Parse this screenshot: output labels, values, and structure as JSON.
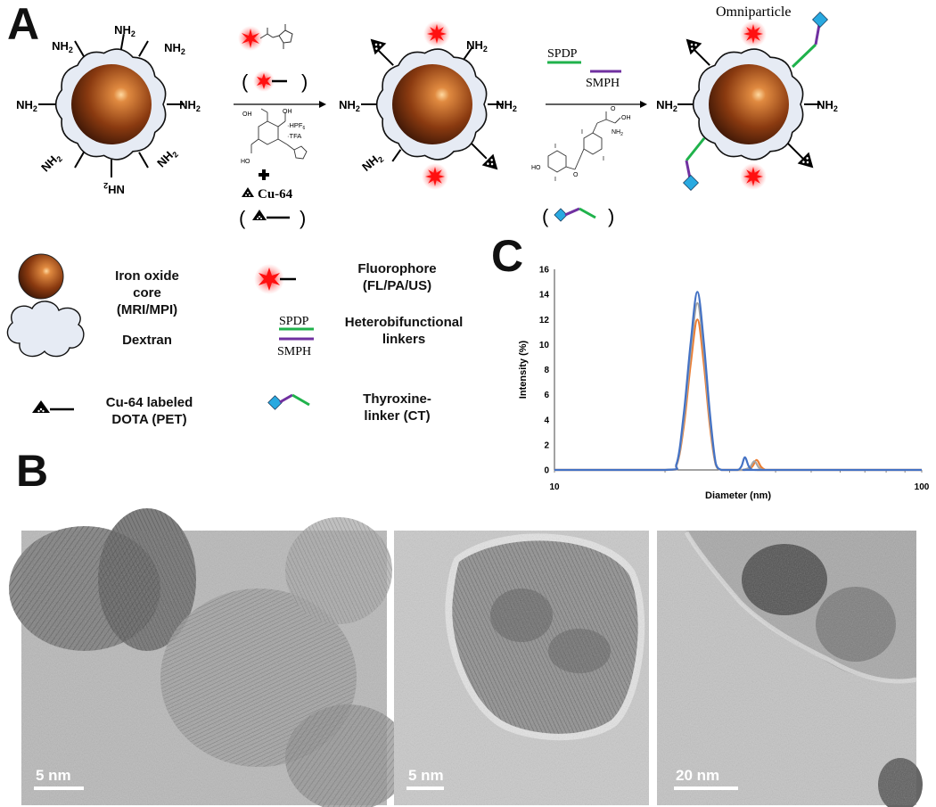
{
  "panels": {
    "a": "A",
    "b": "B",
    "c": "C"
  },
  "scheme": {
    "amine": "NH",
    "amine_sub": "2",
    "reagents": {
      "hpf6": "·HPF",
      "hpf6_sub": "6",
      "tfa": "·TFA",
      "cu64": "Cu-64",
      "oh": "OH",
      "ho": "HO",
      "nh2": "NH",
      "o": "O",
      "i": "I",
      "n": "N",
      "open_paren": "(",
      "close_paren": ")"
    },
    "linker_spdp": "SPDP",
    "linker_smph": "SMPH",
    "product_label": "Omniparticle"
  },
  "legend": {
    "core_line1": "Iron oxide",
    "core_line2": "core",
    "core_line3": "(MRI/MPI)",
    "dextran": "Dextran",
    "dota_line1": "Cu-64 labeled",
    "dota_line2": "DOTA (PET)",
    "fluor_line1": "Fluorophore",
    "fluor_line2": "(FL/PA/US)",
    "linker_spdp": "SPDP",
    "linker_smph": "SMPH",
    "hetero_line1": "Heterobifunctional",
    "hetero_line2": "linkers",
    "thyrox_line1": "Thyroxine-",
    "thyrox_line2": "linker (CT)"
  },
  "colors": {
    "core_dark": "#3a1608",
    "core_mid": "#8a3a10",
    "core_light": "#f2a060",
    "dextran_fill": "#e6ebf4",
    "spdp": "#1fb24b",
    "smph": "#7030a0",
    "fluorophore": "#ff1a1a",
    "thyroxine": "#29a9e0"
  },
  "chart_data": {
    "type": "line",
    "xlabel": "Diameter (nm)",
    "ylabel": "Intensity (%)",
    "xscale": "log",
    "xlim": [
      10,
      100
    ],
    "ylim": [
      0,
      16
    ],
    "xticks": [
      10,
      100
    ],
    "yticks": [
      0,
      2,
      4,
      6,
      8,
      10,
      12,
      14,
      16
    ],
    "grid": false,
    "legend": "none",
    "series": [
      {
        "color": "#ed7d31",
        "x": [
          10,
          20,
          21.5,
          22.5,
          23.5,
          24.5,
          25.5,
          26.5,
          27.5,
          28.5,
          30,
          33,
          34.5,
          35.5,
          36.5,
          37.5,
          38.5,
          100
        ],
        "y": [
          0,
          0,
          0.4,
          3.5,
          8.5,
          12.0,
          8.5,
          3.5,
          0.4,
          0,
          0,
          0,
          0.25,
          0.8,
          0.25,
          0,
          0,
          0
        ]
      },
      {
        "color": "#a5a5a5",
        "x": [
          10,
          20,
          21.5,
          22.5,
          23.5,
          24.5,
          25.5,
          26.5,
          27.5,
          28.5,
          30,
          32.5,
          34,
          35,
          36,
          37,
          38,
          100
        ],
        "y": [
          0,
          0,
          0.4,
          4.0,
          9.5,
          13.3,
          9.5,
          4.0,
          0.4,
          0,
          0,
          0,
          0.2,
          0.7,
          0.2,
          0,
          0,
          0
        ]
      },
      {
        "color": "#4472c4",
        "x": [
          10,
          20,
          21.5,
          22.5,
          23.5,
          24.5,
          25.5,
          26.5,
          27.5,
          28.5,
          29.5,
          31.5,
          32.3,
          33.0,
          33.8,
          34.6,
          35.5,
          100
        ],
        "y": [
          0,
          0,
          0.5,
          4.5,
          10.2,
          14.2,
          10.2,
          4.5,
          0.5,
          0,
          0,
          0,
          0.3,
          1.0,
          0.3,
          0,
          0,
          0
        ]
      }
    ]
  },
  "tem": {
    "scale_1": "5 nm",
    "scale_2": "5 nm",
    "scale_3": "20 nm"
  }
}
